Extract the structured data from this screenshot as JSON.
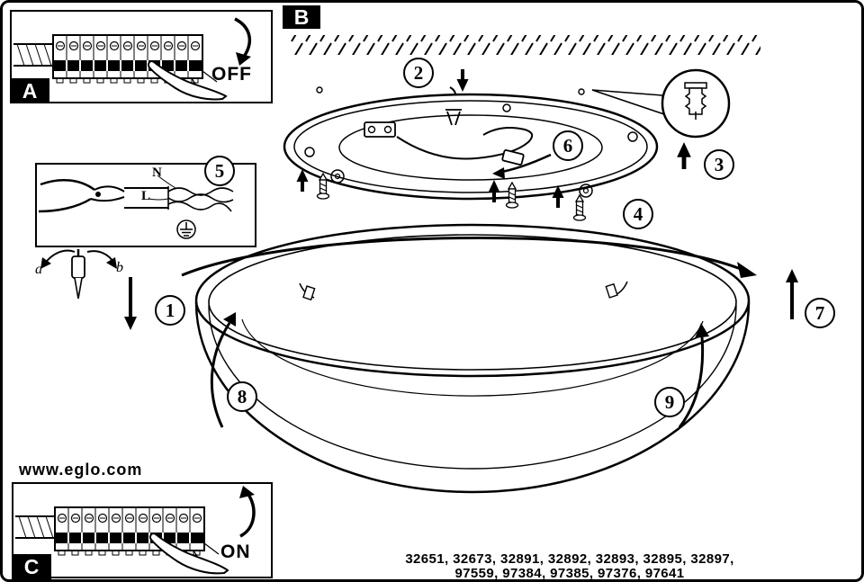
{
  "tags": {
    "a": "A",
    "b": "B",
    "c": "C"
  },
  "switch": {
    "off": "OFF",
    "on": "ON"
  },
  "steps": [
    "1",
    "2",
    "3",
    "4",
    "5",
    "6",
    "7",
    "8",
    "9"
  ],
  "wiring": {
    "neutral": "N",
    "live": "L",
    "dir_a": "a",
    "dir_b": "b"
  },
  "website": "www.eglo.com",
  "models": {
    "line1": "32651, 32673, 32891, 32892, 32893, 32895, 32897,",
    "line2": "97559, 97384, 97385, 97376, 97641"
  }
}
